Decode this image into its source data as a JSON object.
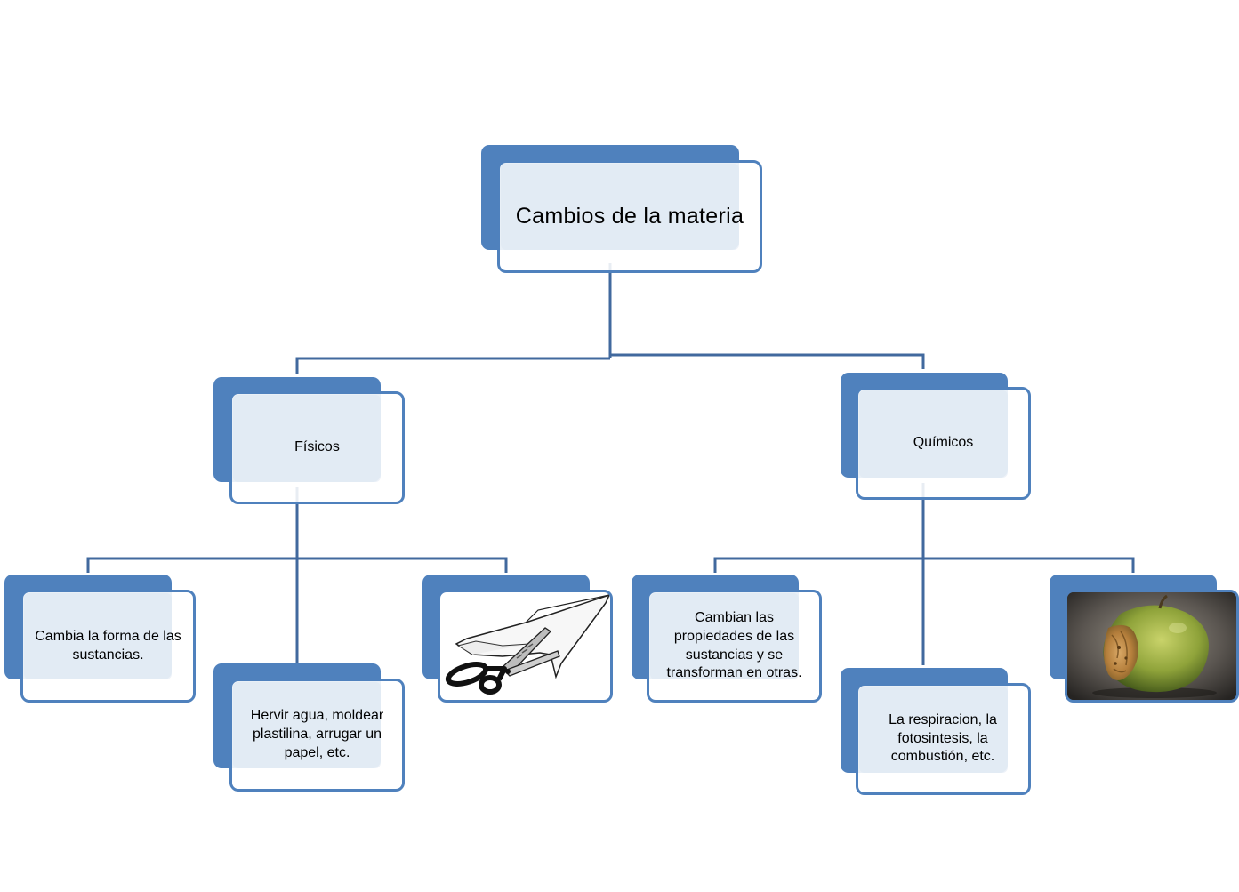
{
  "diagram": {
    "root": {
      "label": "Cambios de la materia"
    },
    "fisicos": {
      "label": "Físicos",
      "description": "Cambia la forma de las sustancias.",
      "examples": "Hervir agua, moldear plastilina, arrugar un papel, etc.",
      "image_icon": "scissors-cutting-paper-icon"
    },
    "quimicos": {
      "label": "Químicos",
      "description": "Cambian las propiedades de las sustancias y se transforman en otras.",
      "examples": "La respiracion, la fotosintesis, la combustión, etc.",
      "image_icon": "bitten-apple-icon"
    }
  },
  "colors": {
    "accent": "#4f81bd",
    "connector": "#41699e",
    "fill": "#dbe5f1"
  }
}
